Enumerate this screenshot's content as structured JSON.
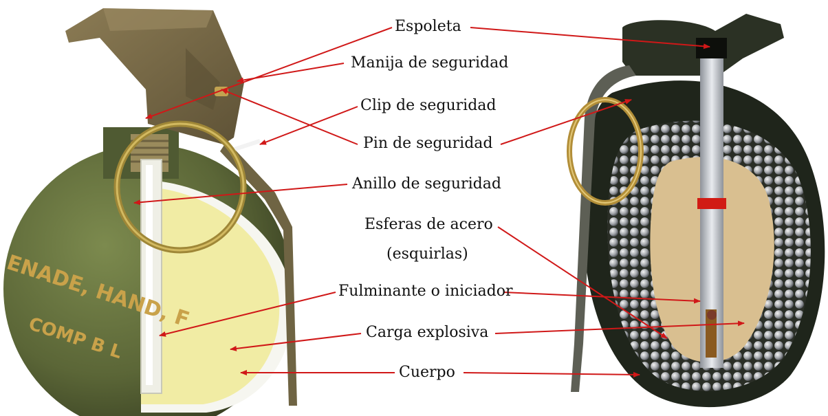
{
  "labels": {
    "espoleta": "Espoleta",
    "manija": "Manija de seguridad",
    "clip": "Clip de seguridad",
    "pin": "Pin de seguridad",
    "anillo": "Anillo de seguridad",
    "esferas_line1": "Esferas de acero",
    "esferas_line2": "(esquirlas)",
    "fulminante": "Fulminante o iniciador",
    "carga": "Carga explosiva",
    "cuerpo": "Cuerpo"
  },
  "grenade_markings": {
    "line1": "ENADE, HAND, F",
    "line2": "COMP B L"
  },
  "colors": {
    "arrow": "#d01818",
    "olive": "#5e6a3a",
    "olive_dark": "#3e4627",
    "lever": "#7a6a45",
    "filler": "#f0eba0",
    "ring": "#a5893a",
    "cutaway_body": "#1e2519",
    "cutaway_filler": "#dcc190",
    "steel": "#b9bcc2"
  }
}
